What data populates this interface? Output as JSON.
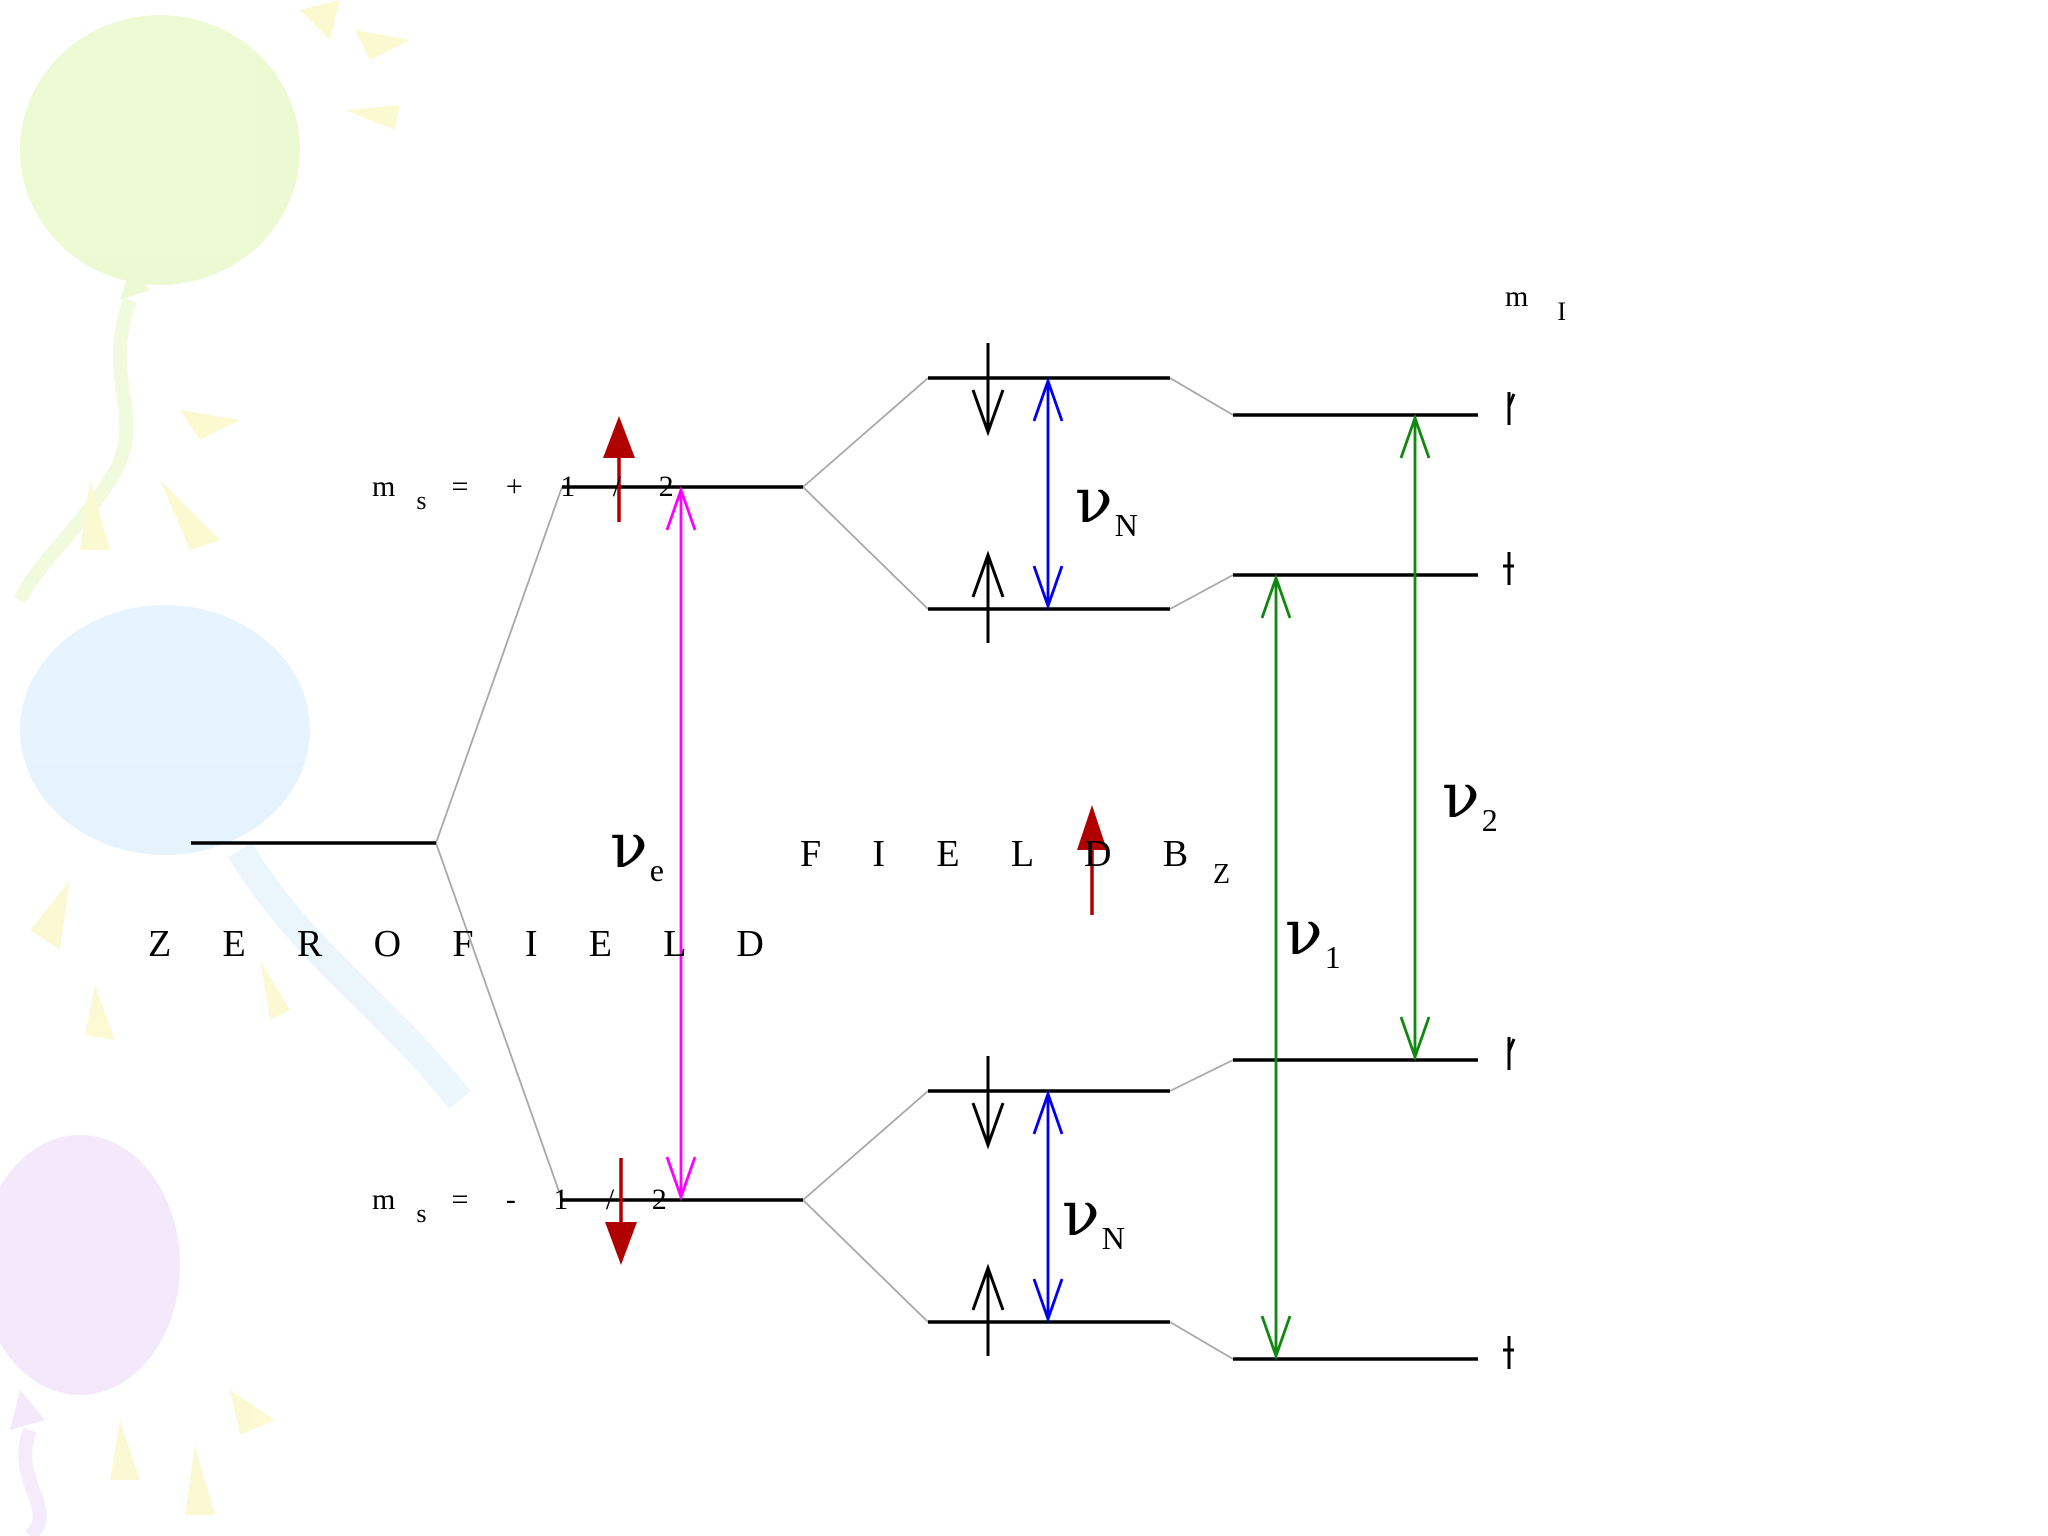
{
  "labels": {
    "zero_field": "Z E R O   F I E L D",
    "field_main": "F I E L D   B",
    "field_sub": "Z",
    "ms_upper_pre": "m",
    "ms_upper_sub": "s",
    "ms_upper_post": "=  + 1 / 2",
    "ms_lower_pre": "m",
    "ms_lower_sub": "s",
    "ms_lower_post": "=  - 1 / 2",
    "mi_pre": "m",
    "mi_sub": "I"
  },
  "transitions": {
    "electron": {
      "symbol": "ν",
      "sub": "e",
      "color": "#ff00ff"
    },
    "nuclear_upper": {
      "symbol": "ν",
      "sub": "N",
      "color": "#0000ee"
    },
    "nuclear_lower": {
      "symbol": "ν",
      "sub": "N",
      "color": "#0000ee"
    },
    "v1": {
      "symbol": "ν",
      "sub": "1",
      "color": "#118811"
    },
    "v2": {
      "symbol": "ν",
      "sub": "2",
      "color": "#118811"
    }
  },
  "colors": {
    "level": "#000000",
    "connector": "#a8a8a8",
    "spin_arrow": "#b00000"
  },
  "icons": [
    "red-spin-up-arrow-icon",
    "red-spin-down-arrow-icon",
    "black-spin-up-arrow-icon",
    "black-spin-down-arrow-icon",
    "field-direction-arrow-icon"
  ]
}
